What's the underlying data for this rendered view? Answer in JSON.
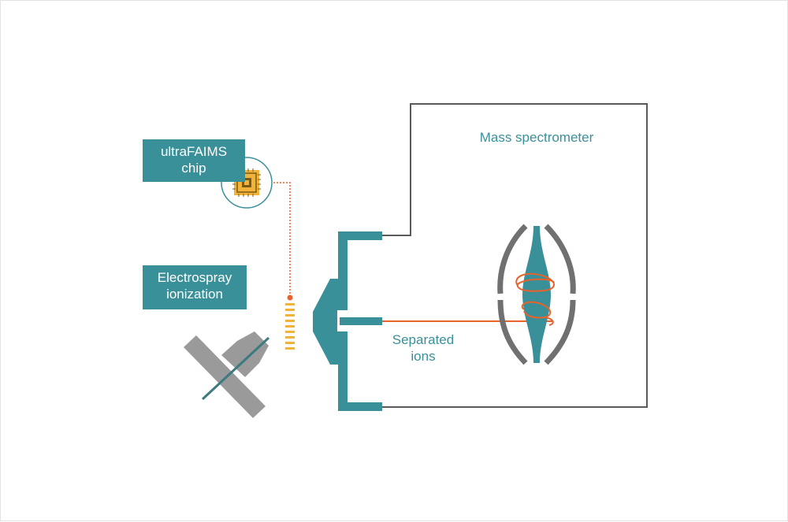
{
  "labels": {
    "chip_line1": "ultraFAIMS",
    "chip_line2": "chip",
    "esi_line1": "Electrospray",
    "esi_line2": "ionization",
    "mass_spec": "Mass spectrometer",
    "ions_line1": "Separated",
    "ions_line2": "ions"
  },
  "colors": {
    "teal": "#3a9098",
    "gray": "#9a9a9a",
    "dark_gray": "#5a5a5a",
    "orange": "#e8622a",
    "yellow": "#f2b33d"
  },
  "icons": [
    "chip-icon",
    "spray-needle-icon",
    "ion-trap-icon"
  ]
}
